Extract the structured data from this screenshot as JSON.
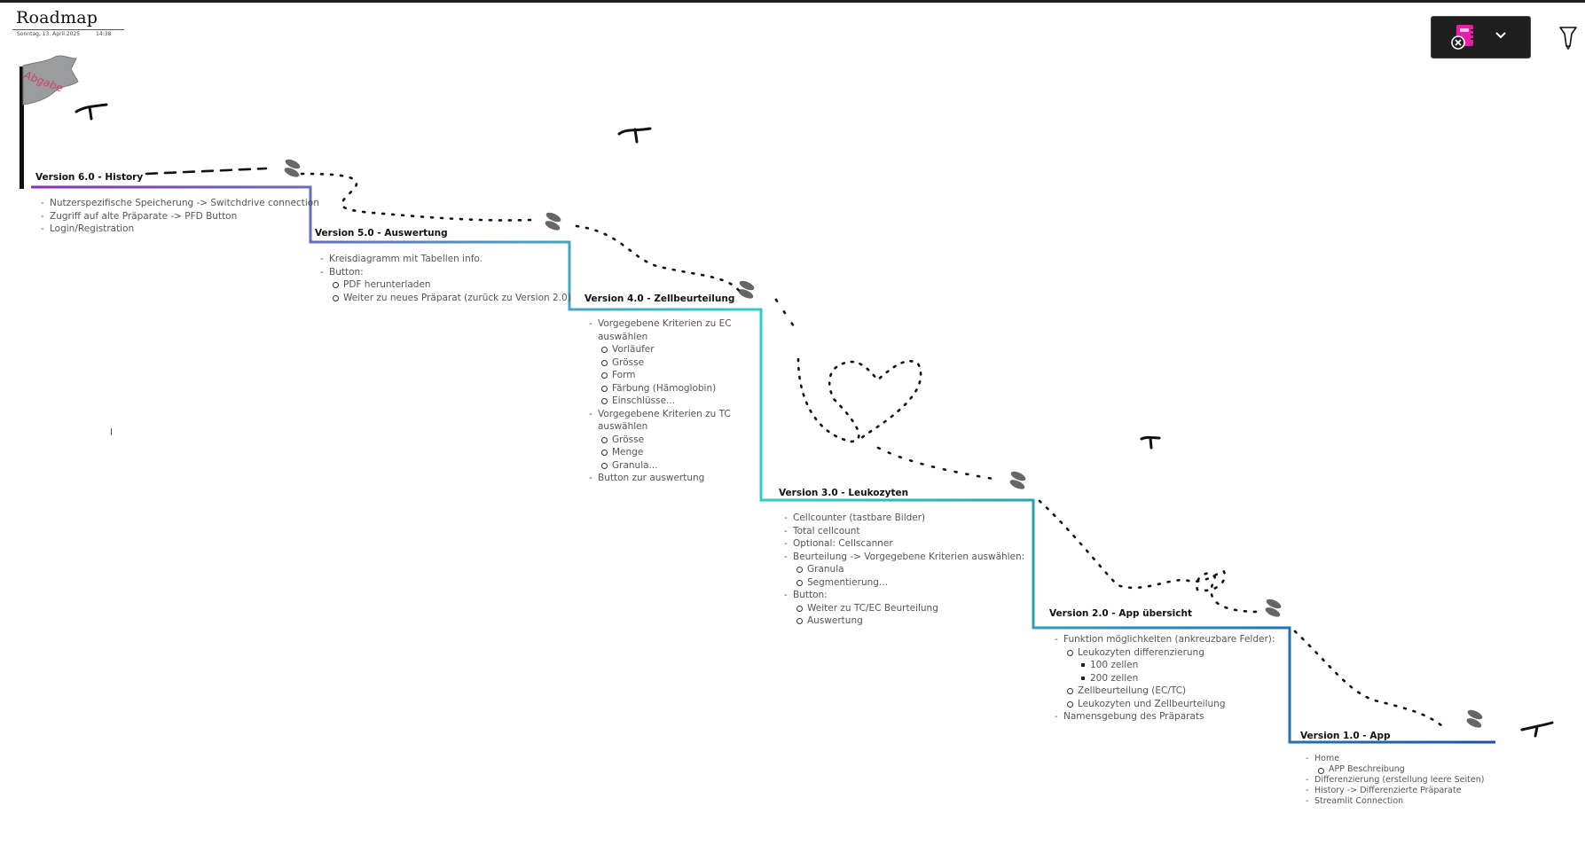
{
  "page": {
    "title": "Roadmap",
    "date": "Sonntag, 13. April 2025",
    "time": "14:38"
  },
  "toolbar": {
    "notebook_icon": "notebook-close-icon",
    "chevron_icon": "chevron-down-icon",
    "pen_icon": "pen-icon",
    "accent": "#e81ea8"
  },
  "flag": {
    "text": "Abgabe"
  },
  "colors": {
    "stairs": [
      "#8b2fb0",
      "#2ecfc6",
      "#1f4fa8"
    ]
  },
  "versions": [
    {
      "label": "Version 6.0 - History",
      "items": [
        {
          "type": "dash",
          "text": "Nutzerspezifische Speicherung -> Switchdrive connection"
        },
        {
          "type": "dash",
          "text": "Zugriff auf alte Präparate -> PFD Button"
        },
        {
          "type": "dash",
          "text": "Login/Registration"
        }
      ]
    },
    {
      "label": "Version 5.0 - Auswertung",
      "items": [
        {
          "type": "dash",
          "text": "Kreisdiagramm mit Tabellen info."
        },
        {
          "type": "dash",
          "text": "Button:"
        },
        {
          "type": "circ",
          "text": "PDF herunterladen"
        },
        {
          "type": "circ",
          "text": "Weiter zu neues Präparat (zurück zu Version 2.0)"
        }
      ]
    },
    {
      "label": "Version 4.0 - Zellbeurteilung",
      "items": [
        {
          "type": "dash",
          "text": "Vorgegebene Kriterien zu EC"
        },
        {
          "type": "cont",
          "text": "auswählen"
        },
        {
          "type": "circ",
          "text": "Vorläufer"
        },
        {
          "type": "circ",
          "text": "Grösse"
        },
        {
          "type": "circ",
          "text": "Form"
        },
        {
          "type": "circ",
          "text": "Färbung (Hämoglobin)"
        },
        {
          "type": "circ",
          "text": "Einschlüsse..."
        },
        {
          "type": "dash",
          "text": "Vorgegebene Kriterien zu TC"
        },
        {
          "type": "cont",
          "text": "auswählen"
        },
        {
          "type": "circ",
          "text": "Grösse"
        },
        {
          "type": "circ",
          "text": "Menge"
        },
        {
          "type": "circ",
          "text": "Granula..."
        },
        {
          "type": "dash",
          "text": "Button zur auswertung"
        }
      ]
    },
    {
      "label": "Version 3.0 - Leukozyten",
      "items": [
        {
          "type": "dash",
          "text": "Cellcounter (tastbare Bilder)"
        },
        {
          "type": "dash",
          "text": "Total cellcount"
        },
        {
          "type": "dash",
          "text": "Optional: Cellscanner"
        },
        {
          "type": "dash",
          "text": "Beurteilung -> Vorgegebene Kriterien auswählen:"
        },
        {
          "type": "circ",
          "text": "Granula"
        },
        {
          "type": "circ",
          "text": "Segmentierung..."
        },
        {
          "type": "dash",
          "text": "Button:"
        },
        {
          "type": "circ",
          "text": "Weiter zu TC/EC Beurteilung"
        },
        {
          "type": "circ",
          "text": "Auswertung"
        }
      ]
    },
    {
      "label": "Version 2.0 - App übersicht",
      "items": [
        {
          "type": "dash",
          "text": "Funktion möglichkeiten (ankreuzbare Felder):"
        },
        {
          "type": "circ",
          "text": "Leukozyten differenzierung"
        },
        {
          "type": "sq",
          "text": "100 zellen"
        },
        {
          "type": "sq",
          "text": "200 zellen"
        },
        {
          "type": "circ",
          "text": "Zellbeurteilung (EC/TC)"
        },
        {
          "type": "circ",
          "text": "Leukozyten und Zellbeurteilung"
        },
        {
          "type": "dash",
          "text": "Namensgebung des Präparats"
        }
      ]
    },
    {
      "label": "Version 1.0 - App",
      "items": [
        {
          "type": "dash",
          "text": "Home"
        },
        {
          "type": "circ",
          "text": "APP Beschreibung"
        },
        {
          "type": "dash",
          "text": "Differenzierung (erstellung leere Seiten)"
        },
        {
          "type": "dash",
          "text": "History -> Differenzierte Präparate"
        },
        {
          "type": "dash",
          "text": "Streamlit Connection"
        }
      ]
    }
  ]
}
